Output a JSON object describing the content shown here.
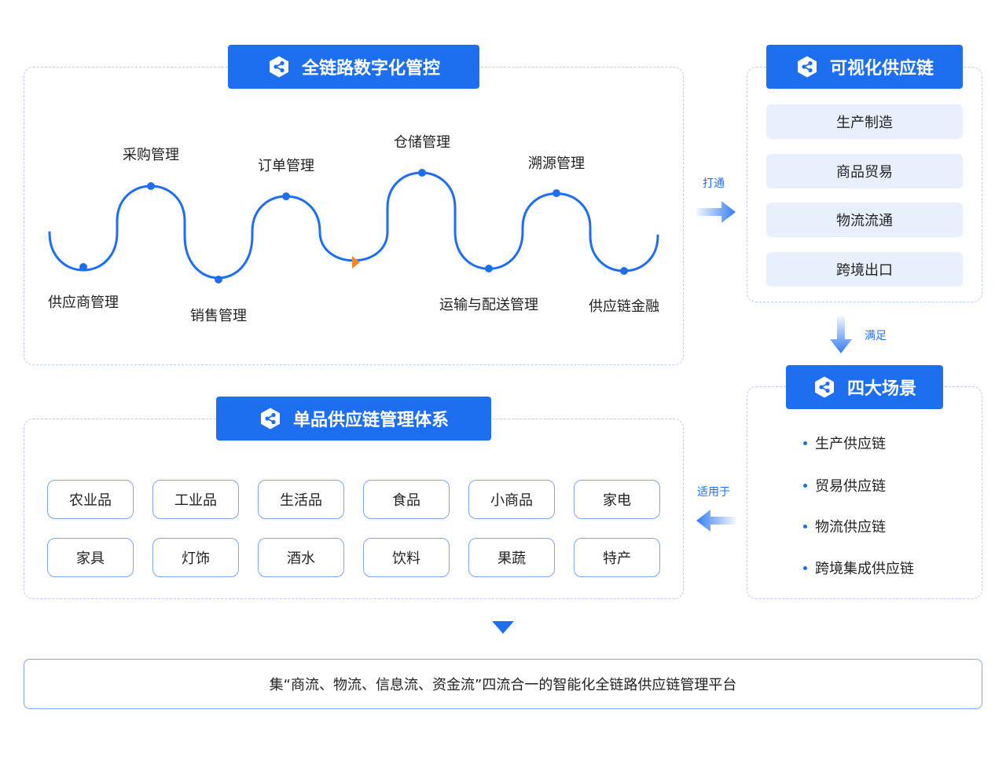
{
  "section_chain": {
    "title": "全链路数字化管控"
  },
  "chain_nodes": [
    {
      "label": "供应商管理"
    },
    {
      "label": "采购管理"
    },
    {
      "label": "销售管理"
    },
    {
      "label": "订单管理"
    },
    {
      "label": "仓储管理"
    },
    {
      "label": "运输与配送管理"
    },
    {
      "label": "溯源管理"
    },
    {
      "label": "供应链金融"
    }
  ],
  "section_visual": {
    "title": "可视化供应链",
    "items": [
      "生产制造",
      "商品贸易",
      "物流流通",
      "跨境出口"
    ]
  },
  "section_scenes": {
    "title": "四大场景",
    "items": [
      "生产供应链",
      "贸易供应链",
      "物流供应链",
      "跨境集成供应链"
    ]
  },
  "section_single": {
    "title": "单品供应链管理体系",
    "categories": [
      "农业品",
      "工业品",
      "生活品",
      "食品",
      "小商品",
      "家电",
      "家具",
      "灯饰",
      "酒水",
      "饮料",
      "果蔬",
      "特产"
    ]
  },
  "flows": {
    "connect": "打通",
    "satisfy": "满足",
    "apply": "适用于"
  },
  "summary": "集“商流、物流、信息流、资金流”四流合一的智能化全链路供应链管理平台",
  "colors": {
    "primary": "#1e6ef0",
    "dashed_border": "#b8cdf2",
    "item_bg": "#e9f0fd",
    "arrow_marker": "#f5881f"
  }
}
